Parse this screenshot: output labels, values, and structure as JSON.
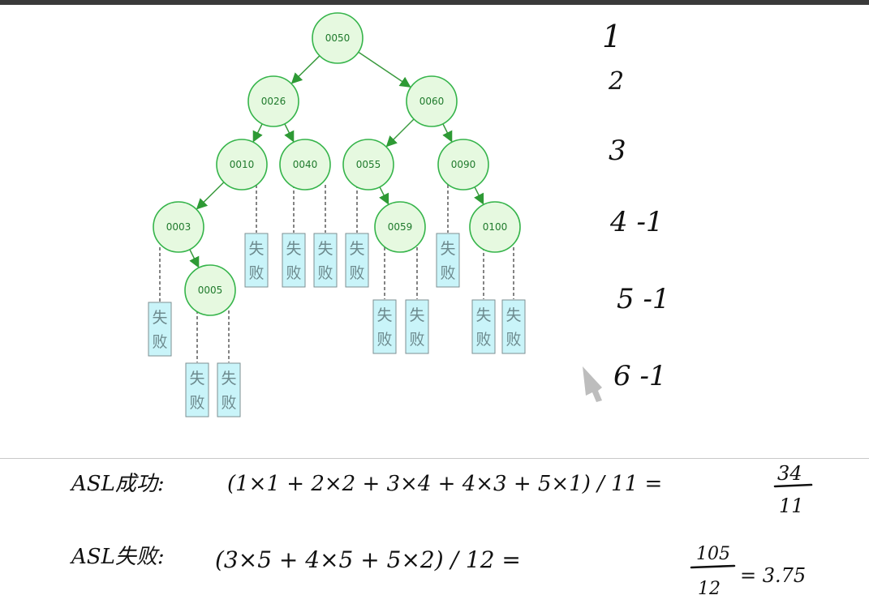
{
  "tree": {
    "nodes": [
      {
        "id": "n50",
        "label": "0050"
      },
      {
        "id": "n26",
        "label": "0026"
      },
      {
        "id": "n60",
        "label": "0060"
      },
      {
        "id": "n10",
        "label": "0010"
      },
      {
        "id": "n40",
        "label": "0040"
      },
      {
        "id": "n55",
        "label": "0055"
      },
      {
        "id": "n90",
        "label": "0090"
      },
      {
        "id": "n03",
        "label": "0003"
      },
      {
        "id": "n59",
        "label": "0059"
      },
      {
        "id": "n100",
        "label": "0100"
      },
      {
        "id": "n05",
        "label": "0005"
      }
    ],
    "edges": [
      [
        "n50",
        "n26"
      ],
      [
        "n50",
        "n60"
      ],
      [
        "n26",
        "n10"
      ],
      [
        "n26",
        "n40"
      ],
      [
        "n60",
        "n55"
      ],
      [
        "n60",
        "n90"
      ],
      [
        "n10",
        "n03"
      ],
      [
        "n55",
        "n59"
      ],
      [
        "n90",
        "n100"
      ],
      [
        "n03",
        "n05"
      ]
    ],
    "fail_label_top": "失",
    "fail_label_bottom": "败",
    "fail_count": 12
  },
  "levels": [
    "1",
    "2",
    "3",
    "4 -1",
    "5 -1",
    "6 -1"
  ],
  "formulas": {
    "success": {
      "lhs": "ASL成功:",
      "expr": "(1×1 + 2×2 + 3×4 + 4×3 + 5×1) / 11 =",
      "num": "34",
      "den": "11"
    },
    "fail": {
      "lhs": "ASL失败:",
      "expr": "(3×5 + 4×5 + 5×2) / 12 =",
      "num": "105",
      "den": "12",
      "approx": "= 3.75"
    }
  }
}
